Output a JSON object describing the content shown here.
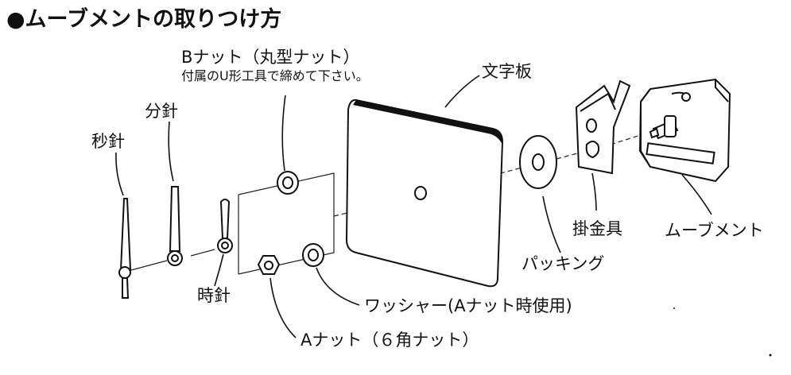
{
  "title": "●ムーブメントの取りつけ方",
  "labels": {
    "b_nut": "Bナット（丸型ナット）",
    "b_nut_note": "付属のU形工具で締めて下さい。",
    "minute_hand": "分針",
    "second_hand": "秒針",
    "hour_hand": "時針",
    "dial": "文字板",
    "hanger": "掛金具",
    "movement": "ムーブメント",
    "packing": "パッキング",
    "washer": "ワッシャー(Aナット時使用)",
    "a_nut": "Aナット（６角ナット）"
  }
}
